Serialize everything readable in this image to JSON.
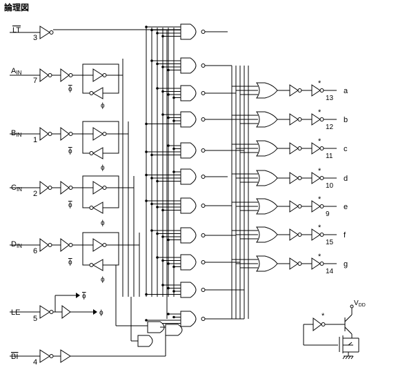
{
  "title": "論理図",
  "inputs": [
    {
      "name": "LT",
      "pin": "3"
    },
    {
      "name": "A",
      "sub": "IN",
      "pin": "7"
    },
    {
      "name": "B",
      "sub": "IN",
      "pin": "1"
    },
    {
      "name": "C",
      "sub": "IN",
      "pin": "2"
    },
    {
      "name": "D",
      "sub": "IN",
      "pin": "6"
    },
    {
      "name": "LE",
      "pin": "5"
    },
    {
      "name": "BI",
      "pin": "4"
    }
  ],
  "outputs": [
    {
      "seg": "a",
      "pin": "13"
    },
    {
      "seg": "b",
      "pin": "12"
    },
    {
      "seg": "c",
      "pin": "11"
    },
    {
      "seg": "d",
      "pin": "10"
    },
    {
      "seg": "e",
      "pin": "9"
    },
    {
      "seg": "f",
      "pin": "15"
    },
    {
      "seg": "g",
      "pin": "14"
    }
  ],
  "phi": "ϕ",
  "star": "*",
  "vdd": "V",
  "vdd_sub": "DD"
}
